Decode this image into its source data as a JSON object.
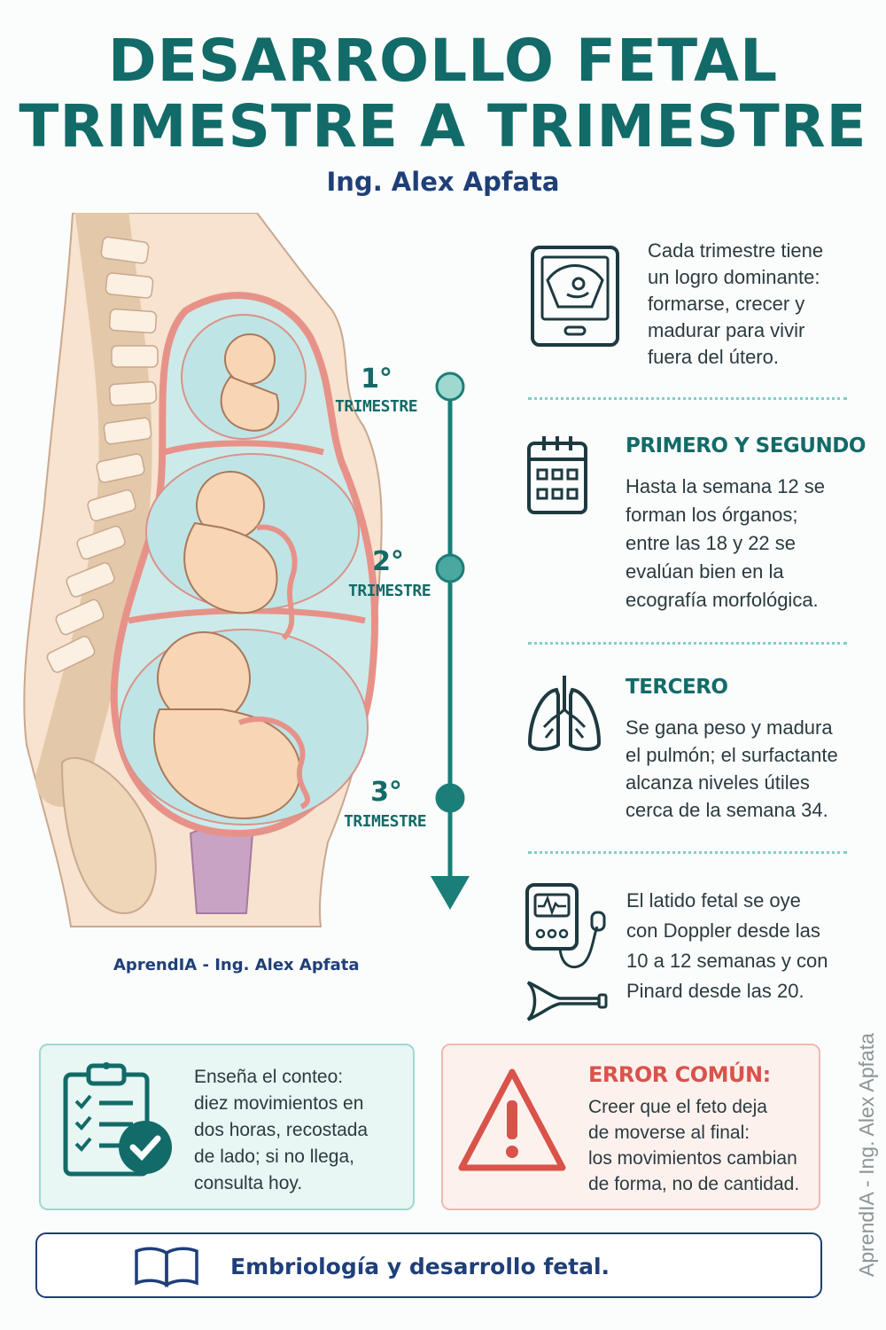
{
  "header": {
    "title_line1": "DESARROLLO FETAL",
    "title_line2": "TRIMESTRE A TRIMESTRE",
    "author": "Ing. Alex Apfata"
  },
  "illustration": {
    "credit": "AprendIA - Ing. Alex Apfata",
    "timeline": [
      {
        "number": "1°",
        "label": "TRIMESTRE"
      },
      {
        "number": "2°",
        "label": "TRIMESTRE"
      },
      {
        "number": "3°",
        "label": "TRIMESTRE"
      }
    ]
  },
  "sections": {
    "intro": {
      "icon": "ultrasound-tablet-icon",
      "lines": [
        "Cada trimestre tiene",
        "un logro dominante:",
        "formarse, crecer y",
        "madurar para vivir",
        "fuera del útero."
      ]
    },
    "first_second": {
      "icon": "calendar-icon",
      "heading": "PRIMERO Y SEGUNDO",
      "lines": [
        "Hasta la semana 12 se",
        "forman los órganos;",
        "entre las 18 y 22 se",
        "evalúan bien en la",
        "ecografía morfológica."
      ]
    },
    "third": {
      "icon": "lungs-icon",
      "heading": "TERCERO",
      "lines": [
        "Se gana peso y madura",
        "el pulmón; el surfactante",
        "alcanza niveles útiles",
        "cerca de la semana 34."
      ]
    },
    "heartbeat": {
      "icon": "doppler-device-icon",
      "icon2": "pinard-horn-icon",
      "lines": [
        "El latido fetal se oye",
        "con Doppler desde las",
        "10 a 12 semanas y con",
        "Pinard desde las 20."
      ]
    }
  },
  "tip_box": {
    "icon": "clipboard-check-icon",
    "lines": [
      "Enseña el conteo:",
      "diez movimientos en",
      "dos horas, recostada",
      "de lado; si no llega,",
      "consulta hoy."
    ]
  },
  "error_box": {
    "icon": "warning-triangle-icon",
    "heading": "ERROR COMÚN:",
    "lines": [
      "Creer que el feto deja",
      "de moverse al final:",
      "los movimientos cambian",
      "de forma, no de cantidad."
    ]
  },
  "footer": {
    "icon": "open-book-icon",
    "text": "Embriología y desarrollo fetal."
  },
  "watermark": "AprendIA - Ing. Alex Apfata",
  "colors": {
    "teal": "#126b68",
    "navy": "#1f3f78",
    "skin": "#f7dcc0",
    "amniotic": "#d4ecec",
    "uterus": "#f0a9a0",
    "error_red": "#d9534a"
  }
}
